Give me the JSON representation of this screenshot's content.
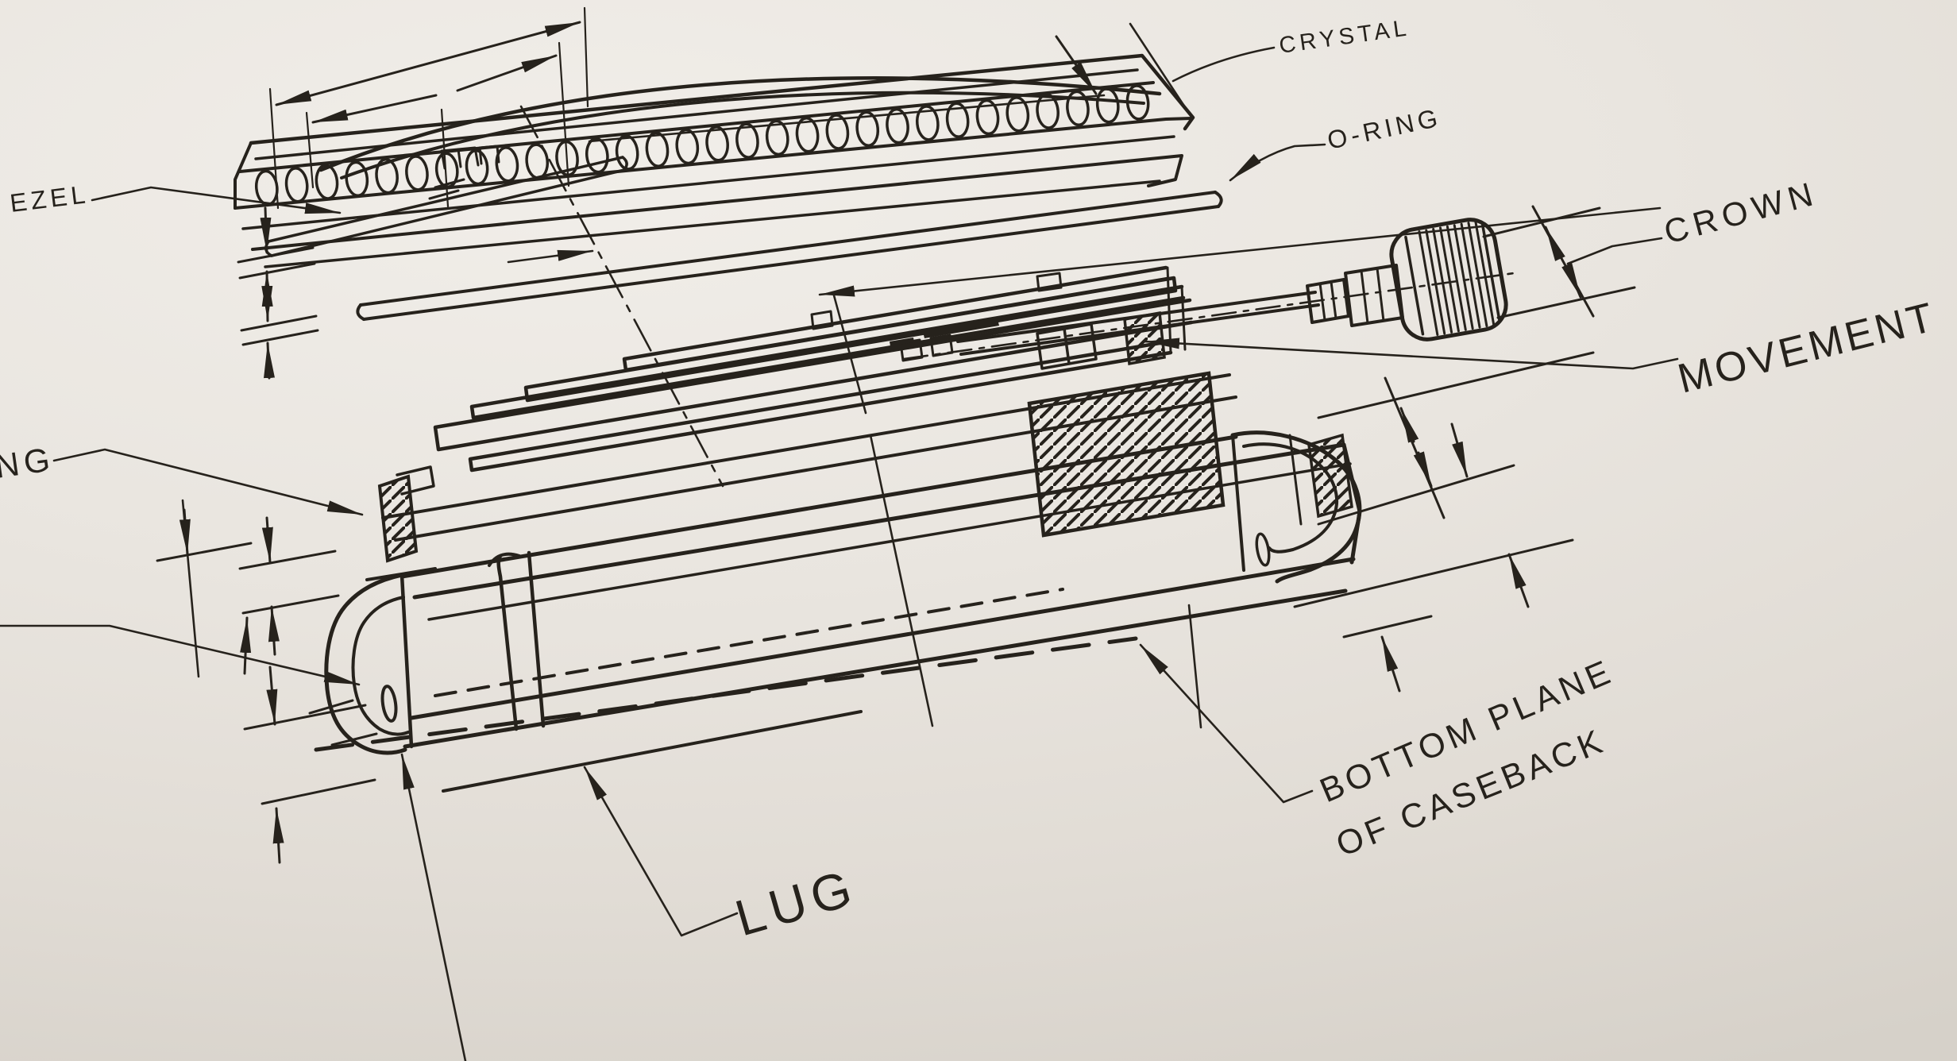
{
  "colors": {
    "paper": "#e9e5df",
    "paper_light": "#f1eee9",
    "paper_dark": "#d6d1c9",
    "ink": "#26221c"
  },
  "labels": {
    "crystal": "CRYSTAL",
    "o_ring": "O-RING",
    "crown": "CROWN",
    "movement": "MOVEMENT",
    "bezel_partial": "EZEL",
    "ring_partial": "NG",
    "lug": "LUG",
    "bottom_plane_line1": "BOTTOM PLANE",
    "bottom_plane_line2": "OF CASEBACK"
  }
}
